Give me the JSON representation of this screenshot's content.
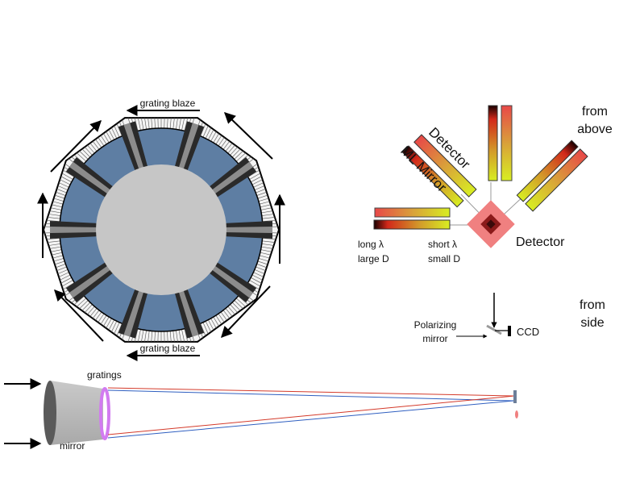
{
  "grating_ring": {
    "top_label": "grating blaze",
    "bottom_label": "grating blaze"
  },
  "top_view": {
    "view_label_line1": "from",
    "view_label_line2": "above",
    "detector_label_top": "Detector",
    "mirror_label": "ML Mirror",
    "detector_label_center": "Detector",
    "long_label_line1": "long λ",
    "long_label_line2": "large D",
    "short_label_line1": "short λ",
    "short_label_line2": "small D"
  },
  "side_view": {
    "view_label_line1": "from",
    "view_label_line2": "side",
    "polarizing_line1": "Polarizing",
    "polarizing_line2": "mirror",
    "ccd_label": "CCD"
  },
  "telescope": {
    "gratings_label": "gratings",
    "mirror_label": "mirror"
  },
  "colors": {
    "grating_blue": "#5e7ea3",
    "hub_gray": "#c6c6c6",
    "detector_pink": "#f08080",
    "ray_red": "#d43a2a",
    "ray_blue": "#2f5fc0",
    "grating_magenta": "#d27bf0"
  }
}
